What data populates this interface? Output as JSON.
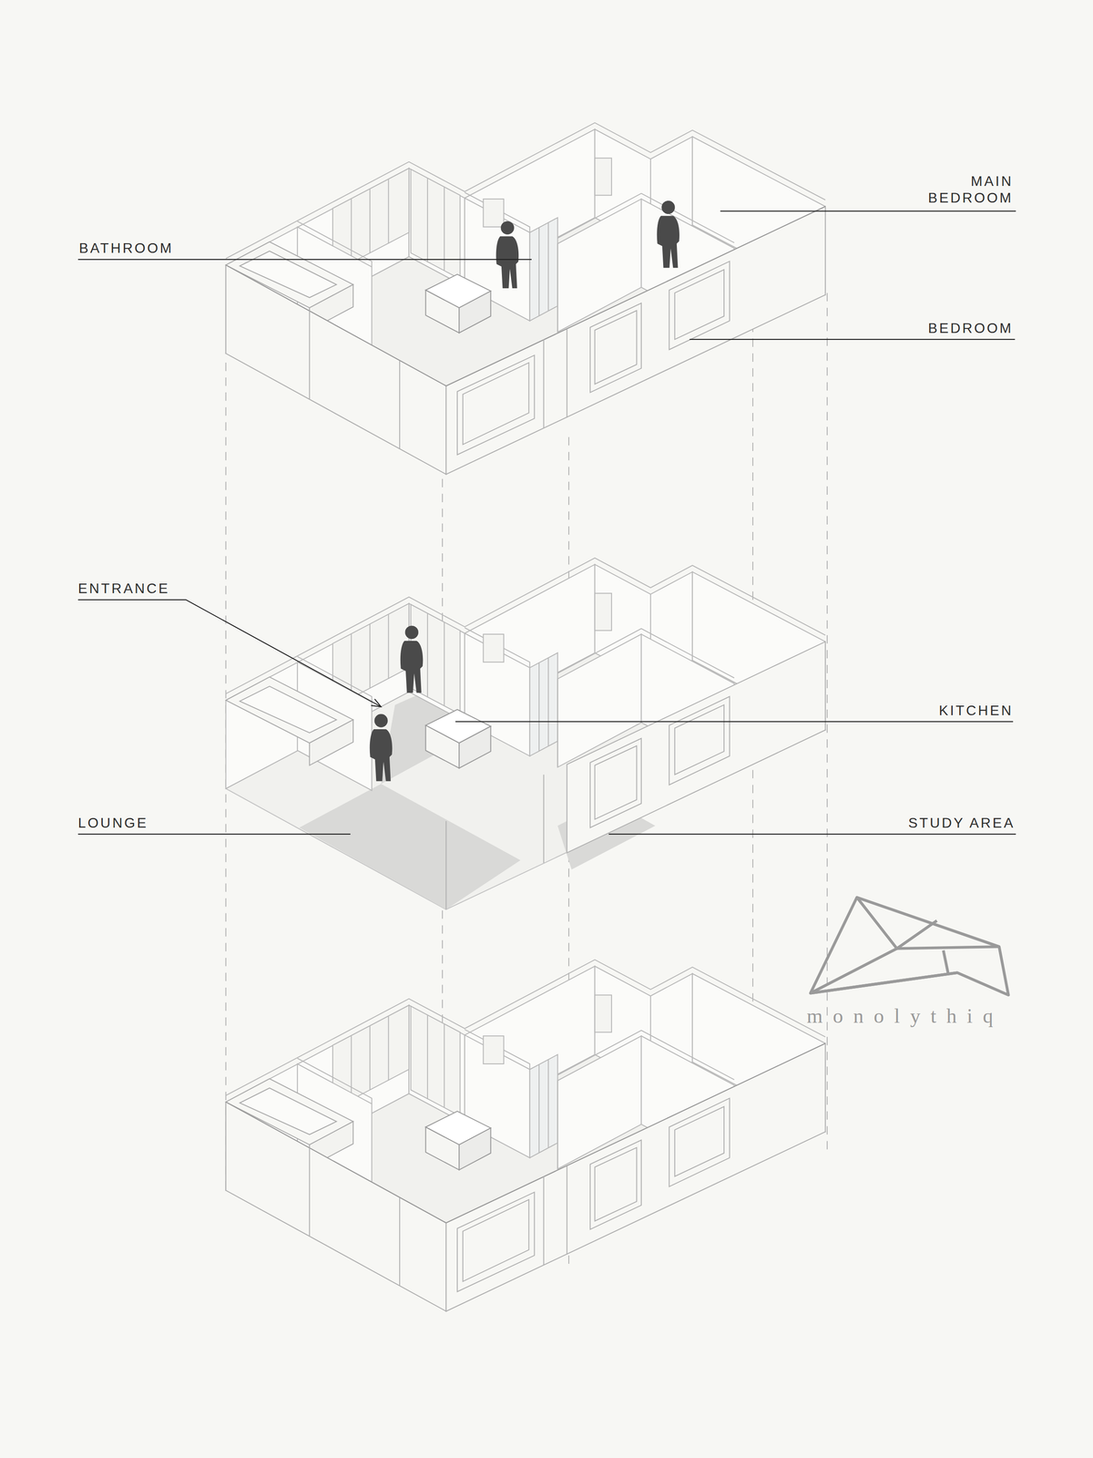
{
  "diagram": {
    "labels": [
      "BATHROOM",
      "MAIN BEDROOM",
      "BEDROOM",
      "ENTRANCE",
      "KITCHEN",
      "LOUNGE",
      "STUDY AREA",
      "monolythiq"
    ]
  }
}
